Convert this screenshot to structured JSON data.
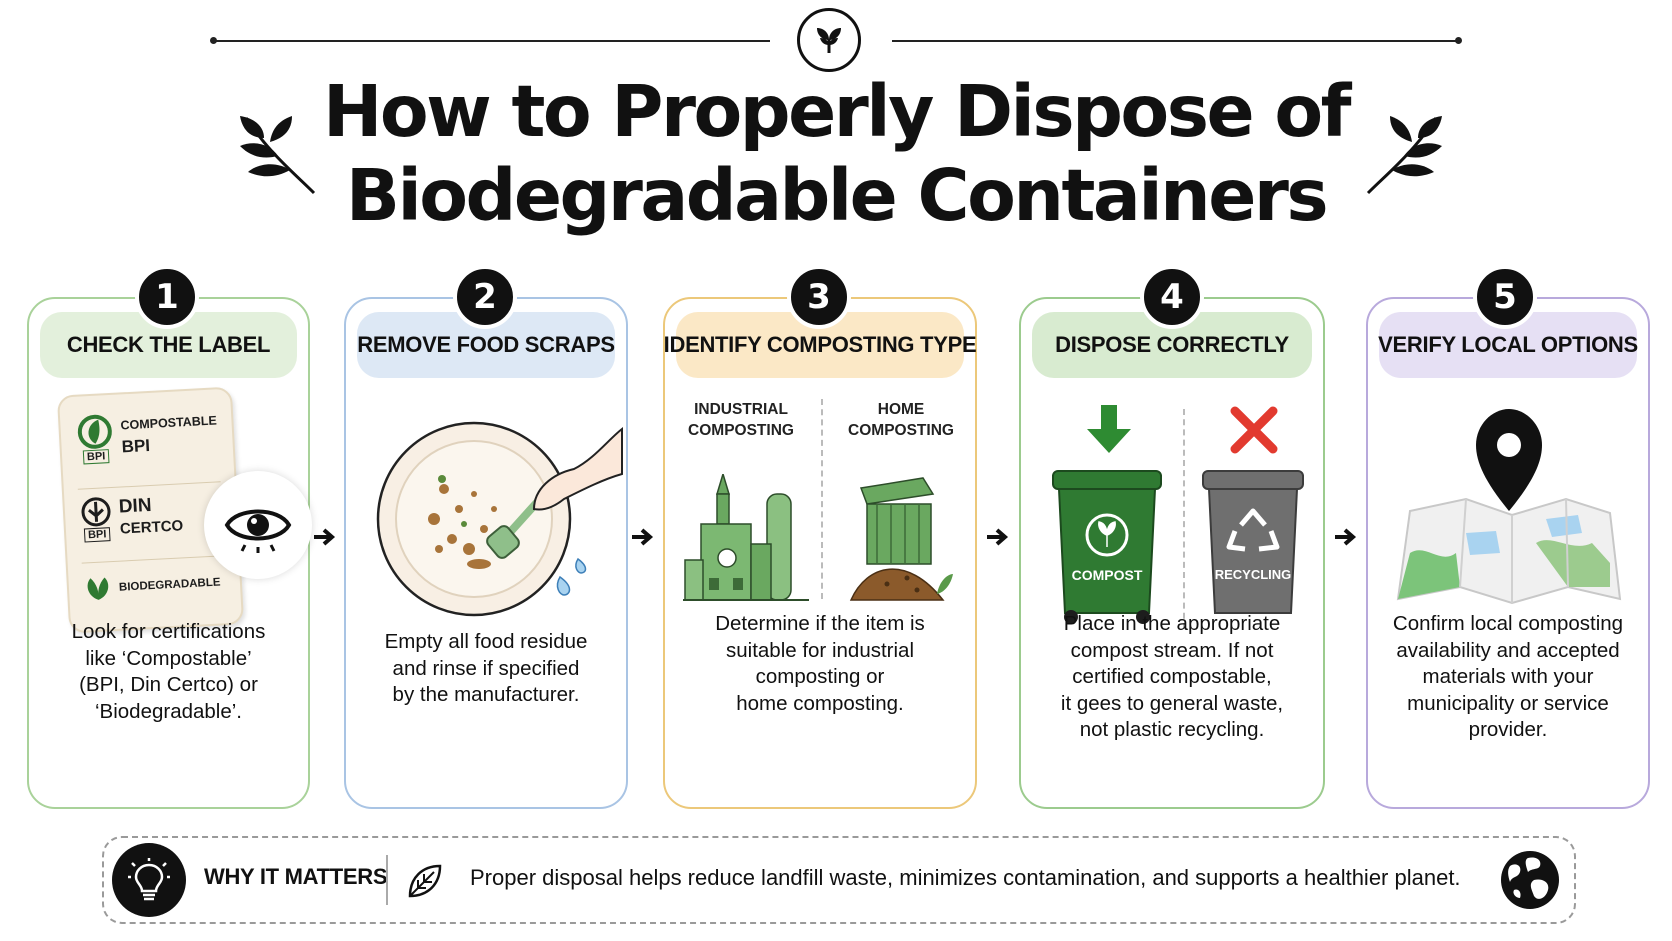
{
  "title": {
    "line1": "How to Properly Dispose of",
    "line2": "Biodegradable Containers"
  },
  "steps": [
    {
      "number": "1",
      "heading": "CHECK THE LABEL",
      "description": "Look for certifications\nlike ‘Compostable’\n(BPI, Din Certco) or\n‘Biodegradable’.",
      "labels": {
        "compostable": "COMPOSTABLE",
        "bpi": "BPI",
        "bpi_badge": "BPI",
        "din": "DIN",
        "certco": "CERTCO",
        "bpi_badge2": "BPI",
        "biodegradable": "BIODEGRADABLE"
      }
    },
    {
      "number": "2",
      "heading": "REMOVE FOOD SCRAPS",
      "description": "Empty all food residue\nand rinse if specified\nby the manufacturer."
    },
    {
      "number": "3",
      "heading": "IDENTIFY COMPOSTING TYPE",
      "description": "Determine if the item is\nsuitable for industrial\ncomposting or\nhome composting.",
      "industrial_label": "INDUSTRIAL\nCOMPOSTING",
      "home_label": "HOME\nCOMPOSTING"
    },
    {
      "number": "4",
      "heading": "DISPOSE CORRECTLY",
      "description": "Place in the appropriate\ncompost stream. If not\ncertified compostable,\nit gees to general waste,\nnot plastic recycling.",
      "compost_label": "COMPOST",
      "recycling_label": "RECYCLING"
    },
    {
      "number": "5",
      "heading": "VERIFY LOCAL OPTIONS",
      "description": "Confirm local composting\navailability and accepted\nmaterials with your\nmunicipality or service\nprovider."
    }
  ],
  "banner": {
    "label": "WHY IT MATTERS",
    "text": "Proper disposal helps reduce landfill waste, minimizes contamination, and supports a healthier planet."
  },
  "colors": {
    "step1": "#a9d29a",
    "step1_pill": "#e3f0dc",
    "step2": "#a9c4e4",
    "step2_pill": "#dde8f5",
    "step3": "#ecc87a",
    "step3_pill": "#fbe8c6",
    "step4": "#9ccb8e",
    "step4_pill": "#d8ebd0",
    "step5": "#b8a9dc",
    "step5_pill": "#e6e0f4",
    "compost_bin": "#2f7a32",
    "recycling_bin": "#6f6f6f",
    "arrow_green": "#2e8b32",
    "cross_red": "#e23a2f"
  },
  "icons": {
    "emblem": "leaf-sprout-icon",
    "laurel": "laurel-branch-icon",
    "eye": "eye-icon",
    "bulb": "light-bulb-icon",
    "leaf": "leaf-icon",
    "globe": "globe-icon",
    "pin": "map-pin-icon"
  }
}
